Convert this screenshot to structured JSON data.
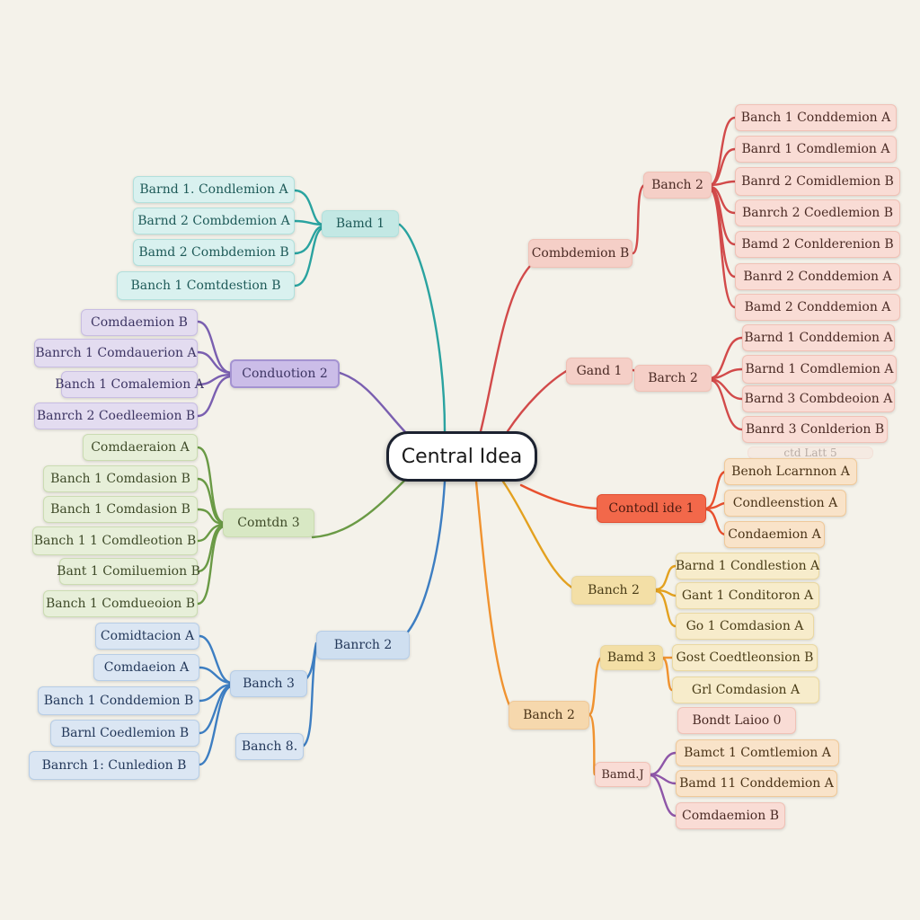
{
  "central": "Central Idea",
  "colors": {
    "teal": "#2aa3a0",
    "purple": "#7a5fb0",
    "green": "#6a9a45",
    "blue": "#3d7ec2",
    "crimson": "#d24a4a",
    "orange_red": "#e8502e",
    "amber": "#e3a11f",
    "orange": "#f09330",
    "violet": "#8e56a8"
  },
  "nodes": {
    "teal_branch": "Bamd 1",
    "teal_1": "Barnd 1. Condlemion A",
    "teal_2": "Barnd 2 Combdemion A",
    "teal_3": "Bamd 2 Combdemion B",
    "teal_4": "Banch 1 Comtdestion B",
    "purple_branch": "Conduotion 2",
    "purple_1": "Comdaemion B",
    "purple_2": "Banrch 1 Comdauerion A",
    "purple_3": "Banch 1 Comalemion A",
    "purple_4": "Banrch 2 Coedleemion B",
    "green_branch": "Comtdn 3",
    "green_1": "Comdaeraion A",
    "green_2": "Banch 1 Comdasion B",
    "green_3": "Banch 1 Comdasion B",
    "green_4": "Banch 1 1 Comdleotion B",
    "green_5": "Bant 1 Comiluemion B",
    "green_6": "Banch 1 Comdueoion B",
    "blue_branch": "Banrch 2",
    "blue_sub": "Banch 3",
    "blue_1": "Comidtacion A",
    "blue_2": "Comdaeion A",
    "blue_3": "Banch 1 Conddemion B",
    "blue_4": "Barnl Coedlemion B",
    "blue_5": "Banrch 1: Cunledion B",
    "blue_6": "Banch 8.",
    "pink_cond_b": "Combdemion B",
    "pink_branch2_top": "Banch 2",
    "pink_1": "Banch 1 Conddemion A",
    "pink_2": "Banrd 1 Comdlemion A",
    "pink_3": "Banrd 2 Comidlemion B",
    "pink_4": "Banrch 2 Coedlemion B",
    "pink_5": "Bamd 2 Conlderenion B",
    "pink_6": "Banrd 2 Conddemion A",
    "pink_7": "Bamd 2 Conddemion A",
    "pink_cand1": "Gand 1",
    "pink_branch2_bottom": "Barch 2",
    "pink_8": "Barnd 1 Conddemion A",
    "pink_9": "Barnd 1 Comdlemion A",
    "pink_10": "Barnd 3 Combdeoion A",
    "pink_11": "Banrd 3 Conlderion B",
    "red_branch": "Contodl ide 1",
    "red_1": "Benoh Lcarnnon A",
    "red_2": "Condleenstion A",
    "red_3": "Condaemion A",
    "red_faded": "ctd Latt 5",
    "yellow_branch": "Banch 2",
    "yellow_1": "Barnd 1 Condlestion A",
    "yellow_2": "Gant 1 Conditoron A",
    "yellow_3": "Go 1 Comdasion A",
    "orange_branch": "Banch 2",
    "orange_sub1": "Bamd 3",
    "orange_1": "Gost Coedtleonsion B",
    "orange_2": "Grl Comdasion A",
    "orange_sub2": "Bamd.J",
    "orange_3": "Bondt Laioo 0",
    "orange_4": "Bamct 1 Comtlemion A",
    "orange_5": "Bamd 11 Conddemion A",
    "orange_6": "Comdaemion B"
  }
}
